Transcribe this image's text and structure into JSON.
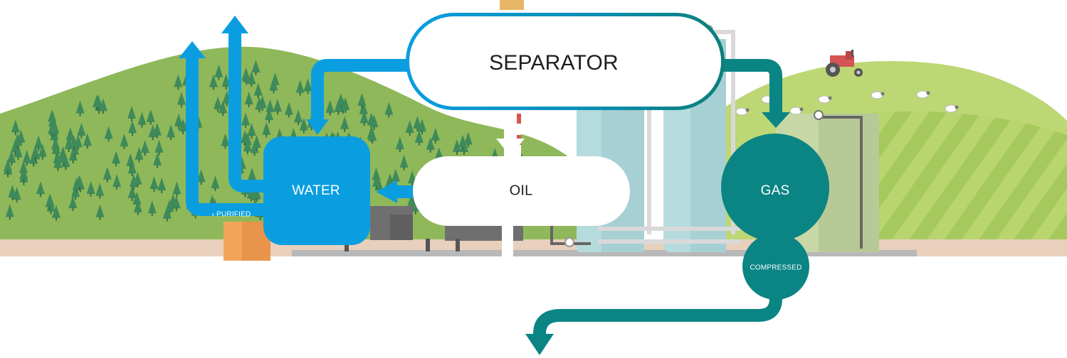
{
  "diagram": {
    "nodes": {
      "separator": "SEPARATOR",
      "oil": "OIL",
      "water": "WATER",
      "gas": "GAS",
      "compressed": "COMPRESSED",
      "purified": "‹ PURIFIED"
    },
    "colors": {
      "water_flow": "#0a9ee0",
      "gas_flow": "#0b8484",
      "separator_gradient": [
        "#0a9ee0",
        "#0b7f7a"
      ],
      "ground": "#c9c9c9",
      "hill_forest": "#8fb85a",
      "hill_farm": "#b7d36d"
    },
    "icons": [
      "forest-hill",
      "farm-hill",
      "tractor-icon",
      "sheep-icon",
      "storage-tank-icon",
      "flare-stack-icon",
      "valve-icon",
      "pipe-rack"
    ]
  }
}
